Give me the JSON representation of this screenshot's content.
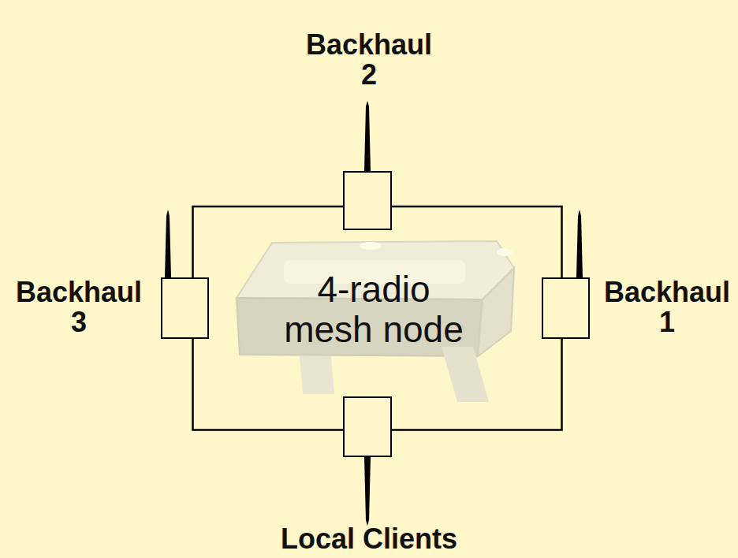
{
  "diagram": {
    "nodes": [
      {
        "text": [
          "Backhaul 2"
        ]
      },
      {
        "text": [
          "Backhaul 3"
        ]
      },
      {
        "text": [
          "Backhaul 1"
        ]
      },
      {
        "text": [
          "Local Clients"
        ]
      }
    ],
    "edges": [
      {
        "from": 0,
        "to": 2,
        "arrow": "none"
      },
      {
        "from": 0,
        "to": 1,
        "arrow": "none"
      },
      {
        "from": 1,
        "to": 3,
        "arrow": "none"
      },
      {
        "from": 2,
        "to": 3,
        "arrow": "none"
      }
    ],
    "labels": [
      "4-radio mesh node"
    ]
  }
}
